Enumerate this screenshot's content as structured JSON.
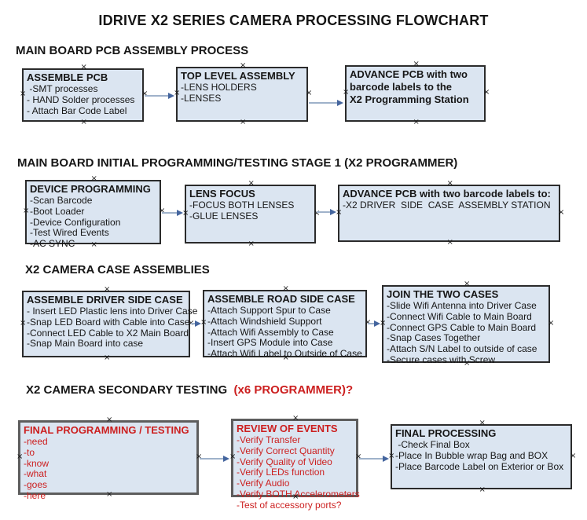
{
  "title": "IDRIVE X2  SERIES CAMERA PROCESSING FLOWCHART",
  "colors": {
    "red_accent": "#cc1f1f",
    "box_fill": "#dbe5f1",
    "box_border": "#2b2b2b",
    "thick_box_border": "#5d5d5d",
    "arrow_line": "#9fb2ca",
    "arrow_head": "#44659e",
    "text": "#161616"
  },
  "sections": [
    {
      "heading": "MAIN BOARD PCB ASSEMBLY PROCESS",
      "boxes": [
        {
          "title": "ASSEMBLE PCB",
          "items": [
            " -SMT processes",
            "- HAND Solder processes",
            "- Attach Bar Code Label"
          ]
        },
        {
          "title": "TOP LEVEL ASSEMBLY",
          "items": [
            "-LENS HOLDERS",
            "-LENSES"
          ]
        },
        {
          "title": "ADVANCE PCB with two\nbarcode labels to the\n X2 Programming Station",
          "items": []
        }
      ]
    },
    {
      "heading": "MAIN BOARD INITIAL PROGRAMMING/TESTING STAGE 1 (X2 PROGRAMMER)",
      "boxes": [
        {
          "title": "DEVICE PROGRAMMING",
          "items": [
            "-Scan Barcode",
            "-Boot Loader",
            "-Device Configuration",
            "-Test Wired Events",
            "-AC SYNC"
          ]
        },
        {
          "title": "LENS FOCUS",
          "items": [
            "-FOCUS BOTH LENSES",
            "-GLUE LENSES"
          ]
        },
        {
          "title": "ADVANCE PCB with two barcode labels to:",
          "items": [
            "-X2 DRIVER  SIDE  CASE  ASSEMBLY STATION"
          ]
        }
      ]
    },
    {
      "heading": "X2 CAMERA CASE ASSEMBLIES",
      "boxes": [
        {
          "title": "ASSEMBLE DRIVER SIDE CASE",
          "items": [
            "- Insert LED Plastic lens into Driver Case",
            "-Snap LED Board with Cable into Case",
            "-Connect LED Cable to X2 Main Board",
            "-Snap Main Board into case"
          ]
        },
        {
          "title": "ASSEMBLE ROAD SIDE CASE",
          "items": [
            "-Attach Support Spur to Case",
            "-Attach Windshield Support",
            "-Attach Wifi Assembly to Case",
            "-Insert GPS Module into Case",
            "-Attach Wifi Label to Outside of Case"
          ]
        },
        {
          "title": "JOIN THE TWO CASES",
          "items": [
            "-Slide Wifi Antenna into Driver Case",
            "-Connect Wifi Cable to Main Board",
            "-Connect GPS Cable to Main Board",
            "-Snap Cases Together",
            "-Attach S/N Label to outside of case",
            "-Secure cases with Screw"
          ]
        }
      ]
    },
    {
      "heading": "X2 CAMERA SECONDARY TESTING ",
      "heading_red": " (x6 PROGRAMMER)?",
      "boxes": [
        {
          "title": "FINAL PROGRAMMING / TESTING",
          "items": [
            "-need",
            "-to",
            "-know",
            "-what",
            "-goes",
            "-here"
          ]
        },
        {
          "title": "REVIEW OF EVENTS",
          "items": [
            "-Verify Transfer",
            "-Verify Correct Quantity",
            "-Verify Quality of Video",
            "-Verify LEDs function",
            "-Verify Audio",
            "-Verify BOTH Accelerometers",
            "-Test of accessory ports?"
          ]
        },
        {
          "title": "FINAL PROCESSING",
          "items": [
            " -Check Final Box",
            "-Place In Bubble wrap Bag and BOX",
            "-Place Barcode Label on Exterior or Box"
          ]
        }
      ]
    }
  ]
}
